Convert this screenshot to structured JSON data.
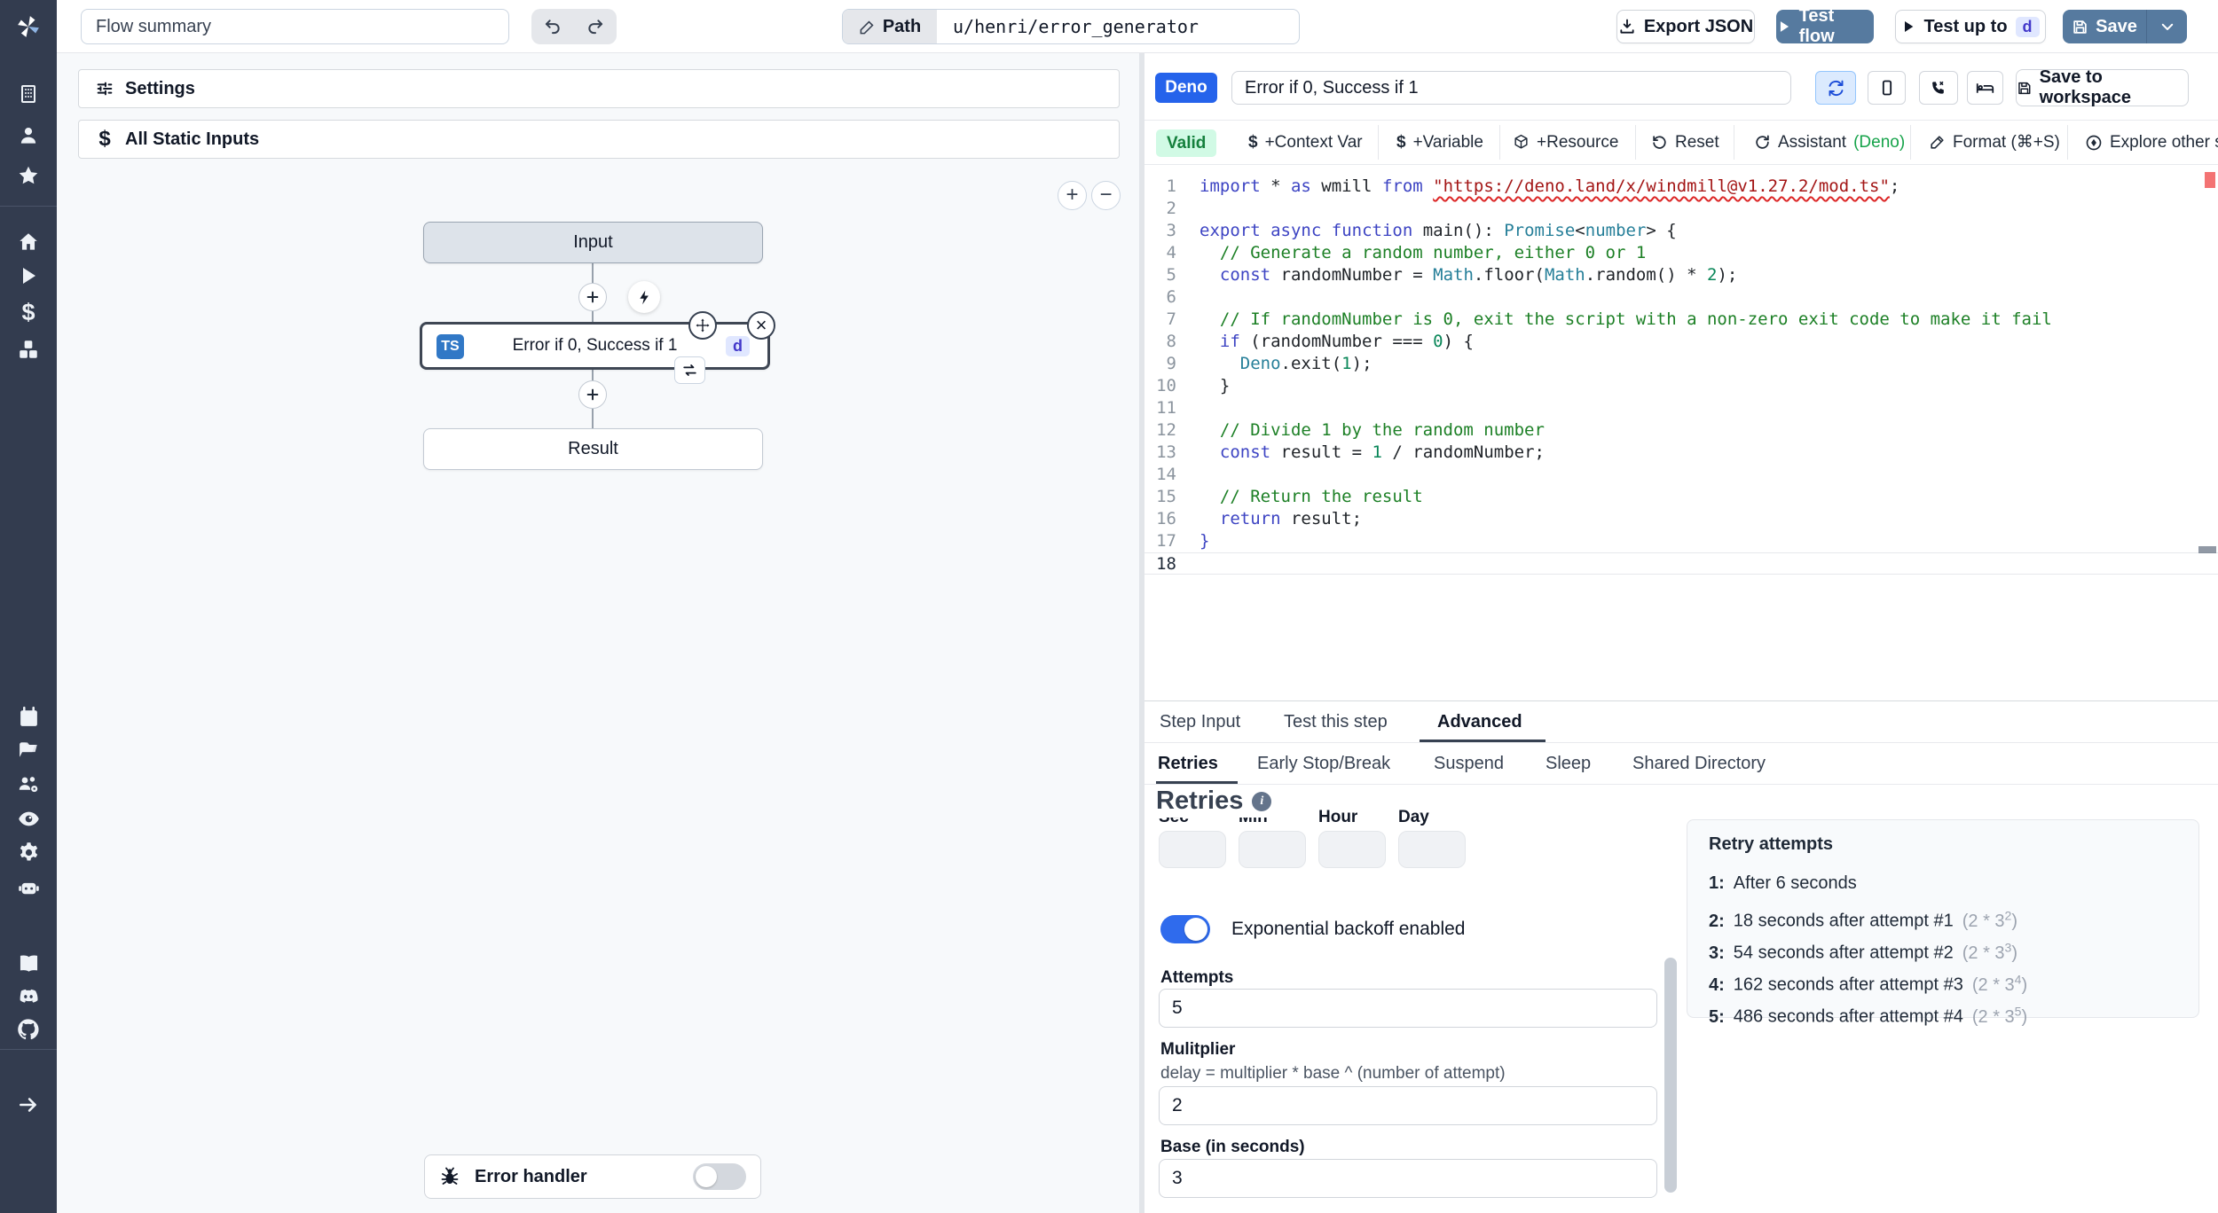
{
  "topbar": {
    "flow_summary_placeholder": "Flow summary",
    "path_label": "Path",
    "path_value": "u/henri/error_generator",
    "export_json": "Export JSON",
    "test_flow": "Test flow",
    "test_up_to": "Test up to",
    "test_up_to_badge": "d",
    "save": "Save"
  },
  "left_panel": {
    "settings": "Settings",
    "all_static_inputs": "All Static Inputs",
    "zoom_in": "+",
    "zoom_out": "−"
  },
  "graph": {
    "input_node": "Input",
    "step_label": "Error if 0, Success if 1",
    "step_lang": "TS",
    "step_id": "d",
    "close_glyph": "×",
    "result_node": "Result",
    "error_handler": "Error handler"
  },
  "header": {
    "lang_badge": "Deno",
    "title": "Error if 0, Success if 1",
    "save_to_workspace": "Save to workspace"
  },
  "toolbar": {
    "valid": "Valid",
    "context_var": "+Context Var",
    "variable": "+Variable",
    "resource": "+Resource",
    "reset": "Reset",
    "assistant": "Assistant",
    "assistant_lang": "(Deno)",
    "format": "Format (⌘+S)",
    "explore": "Explore other s",
    "dollar": "$"
  },
  "code": {
    "lines": [
      {
        "n": 1,
        "seg": [
          [
            "k",
            "import"
          ],
          [
            "d",
            " * "
          ],
          [
            "k",
            "as"
          ],
          [
            "d",
            " wmill "
          ],
          [
            "k",
            "from"
          ],
          [
            "d",
            " "
          ],
          [
            "sq",
            "\"https://deno.land/x/windmill@v1.27.2/mod.ts\""
          ],
          [
            "d",
            ";"
          ]
        ]
      },
      {
        "n": 2,
        "seg": []
      },
      {
        "n": 3,
        "seg": [
          [
            "k",
            "export"
          ],
          [
            "d",
            " "
          ],
          [
            "k",
            "async"
          ],
          [
            "d",
            " "
          ],
          [
            "k",
            "function"
          ],
          [
            "d",
            " main(): "
          ],
          [
            "t",
            "Promise"
          ],
          [
            "d",
            "<"
          ],
          [
            "t",
            "number"
          ],
          [
            "d",
            "> {"
          ]
        ]
      },
      {
        "n": 4,
        "seg": [
          [
            "c",
            "  // Generate a random number, either 0 or 1"
          ]
        ]
      },
      {
        "n": 5,
        "seg": [
          [
            "d",
            "  "
          ],
          [
            "k",
            "const"
          ],
          [
            "d",
            " randomNumber = "
          ],
          [
            "t",
            "Math"
          ],
          [
            "d",
            ".floor("
          ],
          [
            "t",
            "Math"
          ],
          [
            "d",
            ".random() * "
          ],
          [
            "num",
            "2"
          ],
          [
            "d",
            ");"
          ]
        ]
      },
      {
        "n": 6,
        "seg": []
      },
      {
        "n": 7,
        "seg": [
          [
            "c",
            "  // If randomNumber is 0, exit the script with a non-zero exit code to make it fail"
          ]
        ]
      },
      {
        "n": 8,
        "seg": [
          [
            "d",
            "  "
          ],
          [
            "k",
            "if"
          ],
          [
            "d",
            " (randomNumber === "
          ],
          [
            "num",
            "0"
          ],
          [
            "d",
            ") {"
          ]
        ]
      },
      {
        "n": 9,
        "seg": [
          [
            "d",
            "    "
          ],
          [
            "t",
            "Deno"
          ],
          [
            "d",
            ".exit("
          ],
          [
            "num",
            "1"
          ],
          [
            "d",
            ");"
          ]
        ]
      },
      {
        "n": 10,
        "seg": [
          [
            "d",
            "  }"
          ]
        ]
      },
      {
        "n": 11,
        "seg": []
      },
      {
        "n": 12,
        "seg": [
          [
            "c",
            "  // Divide 1 by the random number"
          ]
        ]
      },
      {
        "n": 13,
        "seg": [
          [
            "d",
            "  "
          ],
          [
            "k",
            "const"
          ],
          [
            "d",
            " result = "
          ],
          [
            "num",
            "1"
          ],
          [
            "d",
            " / randomNumber;"
          ]
        ]
      },
      {
        "n": 14,
        "seg": []
      },
      {
        "n": 15,
        "seg": [
          [
            "c",
            "  // Return the result"
          ]
        ]
      },
      {
        "n": 16,
        "seg": [
          [
            "d",
            "  "
          ],
          [
            "k",
            "return"
          ],
          [
            "d",
            " result;"
          ]
        ]
      },
      {
        "n": 17,
        "seg": [
          [
            "k",
            "}"
          ]
        ]
      },
      {
        "n": 18,
        "seg": [],
        "active": true
      }
    ]
  },
  "tabs": {
    "row1": [
      "Step Input",
      "Test this step",
      "Advanced"
    ],
    "row2": [
      "Retries",
      "Early Stop/Break",
      "Suspend",
      "Sleep",
      "Shared Directory"
    ]
  },
  "retries": {
    "heading": "Retries",
    "info_glyph": "i",
    "time_labels": [
      "Sec",
      "Min",
      "Hour",
      "Day"
    ],
    "backoff_label": "Exponential backoff enabled",
    "attempts_label": "Attempts",
    "attempts_value": "5",
    "multiplier_label": "Mulitplier",
    "multiplier_help": "delay = multiplier * base ^ (number of attempt)",
    "multiplier_value": "2",
    "base_label": "Base (in seconds)",
    "base_value": "3"
  },
  "retry_attempts": {
    "title": "Retry attempts",
    "items": [
      {
        "n": "1:",
        "text": "After 6 seconds"
      },
      {
        "n": "2:",
        "text": "18 seconds after attempt #1",
        "base": "(2 * 3",
        "exp": "2"
      },
      {
        "n": "3:",
        "text": "54 seconds after attempt #2",
        "base": "(2 * 3",
        "exp": "3"
      },
      {
        "n": "4:",
        "text": "162 seconds after attempt #3",
        "base": "(2 * 3",
        "exp": "4"
      },
      {
        "n": "5:",
        "text": "486 seconds after attempt #4",
        "base": "(2 * 3",
        "exp": "5"
      }
    ]
  },
  "colors": {
    "accent_blue": "#2563eb",
    "button_blue": "#567a9f",
    "valid_green_text": "#15803d",
    "valid_green_bg": "#d1fae5",
    "badge_lavender_bg": "#e0e7ff",
    "badge_lavender_text": "#4338ca",
    "ts_blue": "#3178c6",
    "sidebar_bg": "#333c4f"
  }
}
